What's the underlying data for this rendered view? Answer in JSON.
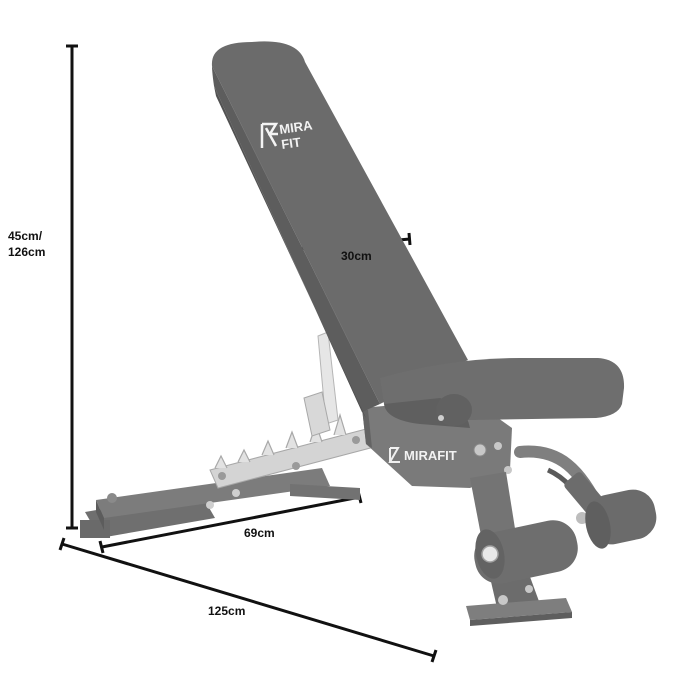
{
  "dimensions": {
    "height_line1": "45cm/",
    "height_line2": "126cm",
    "seat_width": "30cm",
    "base_length": "69cm",
    "total_length": "125cm"
  },
  "brand": {
    "backrest_line1": "MIRA",
    "backrest_line2": "FIT",
    "frame_logo": "MIRAFIT"
  },
  "colors": {
    "upholstery": "#6b6b6b",
    "frame": "#7a7a7a",
    "chrome": "#d9d9d9",
    "dimension_line": "#111111"
  }
}
